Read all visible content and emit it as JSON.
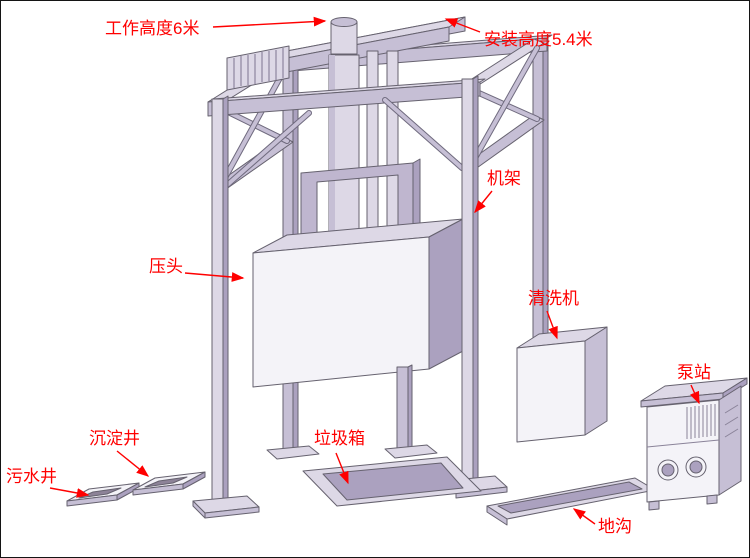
{
  "diagram": {
    "label_color": "#ff0000",
    "machine_fill": "#c6bfd5",
    "labels": {
      "working_height": "工作高度6米",
      "install_height": "安装高度5.4米",
      "frame": "机架",
      "press_head": "压头",
      "washer": "清洗机",
      "pump_station": "泵站",
      "settling_well": "沉淀井",
      "sewage_well": "污水井",
      "garbage_bin": "垃圾箱",
      "trench": "地沟"
    }
  }
}
